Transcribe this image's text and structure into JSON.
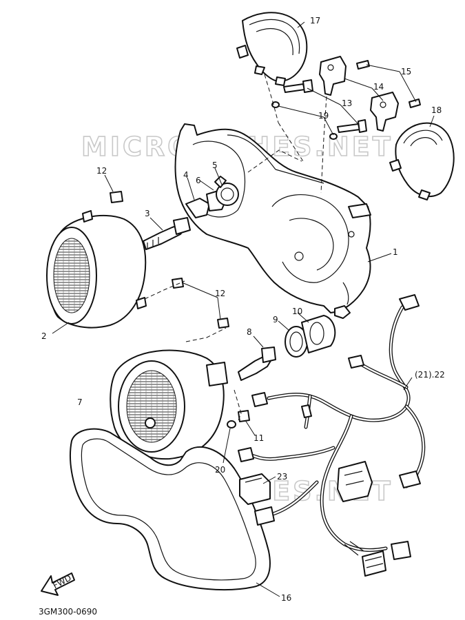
{
  "watermark": "MICROFICHES.NET",
  "drawing_code": "3GM300-0690",
  "fwd_label": "FWD",
  "callouts": {
    "c1": "1",
    "c2": "2",
    "c3": "3",
    "c4": "4",
    "c5": "5",
    "c6": "6",
    "c7": "7",
    "c8": "8",
    "c9": "9",
    "c10": "10",
    "c11": "11",
    "c12a": "12",
    "c12b": "12",
    "c13": "13",
    "c14": "14",
    "c15": "15",
    "c16": "16",
    "c17": "17",
    "c18": "18",
    "c19": "19",
    "c20": "20",
    "c21": "(21).22",
    "c23": "23"
  }
}
